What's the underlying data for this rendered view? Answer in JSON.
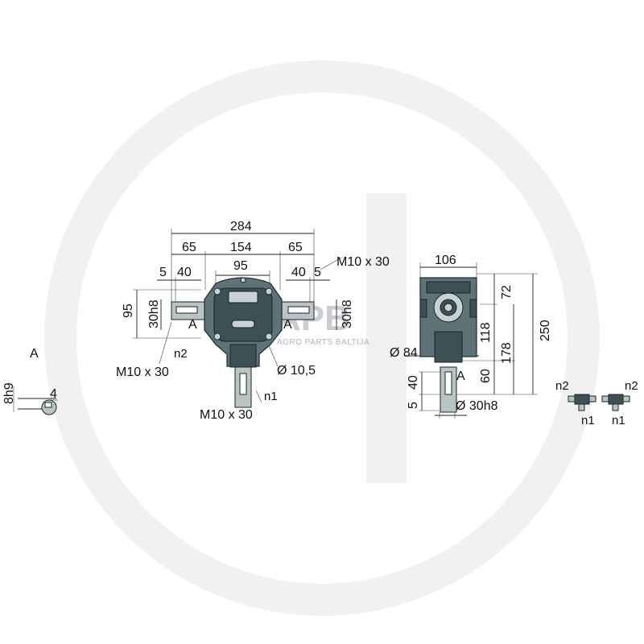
{
  "watermark": {
    "brand": "APB",
    "tagline": "AGRO PARTS BALTIJA",
    "ring_color": "#f1f1f1"
  },
  "colors": {
    "housing": "#5d7378",
    "housing_dark": "#3d5055",
    "shaft": "#b9c4c6"
  },
  "front_view": {
    "dim_total_width": "284",
    "dim_left_shaft": "65",
    "dim_housing_width": "154",
    "dim_right_shaft": "65",
    "dim_left_offset": "5",
    "dim_left_key": "40",
    "dim_bolt_spacing": "95",
    "dim_right_key": "40",
    "dim_right_offset": "5",
    "dim_height": "95",
    "dim_left_shaft_dia": "30h8",
    "dim_right_shaft_dia": "30h8",
    "label_section_left": "A",
    "label_section_right": "A",
    "label_thread_top_right": "M10 x 30",
    "label_thread_left": "M10 x 30",
    "label_thread_bottom": "M10 x 30",
    "label_n2": "n2",
    "label_n1": "n1",
    "label_hole_dia": "Ø 10,5"
  },
  "side_view": {
    "dim_width": "106",
    "dim_72": "72",
    "dim_250": "250",
    "dim_118": "118",
    "dim_178": "178",
    "dim_flange_dia": "Ø 84",
    "dim_40": "40",
    "dim_60": "60",
    "dim_5": "5",
    "dim_shaft_dia": "Ø 30h8",
    "label_section": "A"
  },
  "section_a": {
    "title": "A",
    "dim_key": "8h9",
    "dim_depth": "4"
  },
  "rotation_icons": {
    "left_n2": "n2",
    "left_n1": "n1",
    "right_n2": "n2",
    "right_n1": "n1"
  }
}
